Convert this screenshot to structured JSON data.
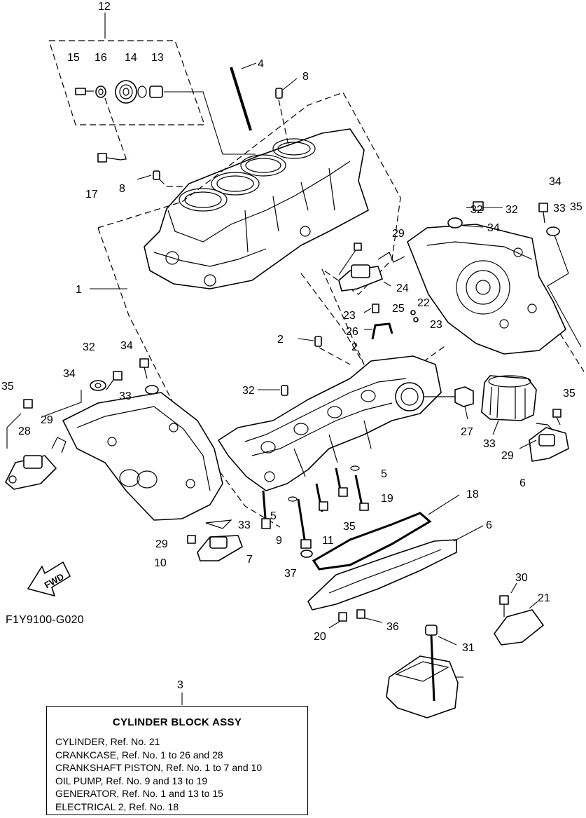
{
  "figure_code": "F1Y9100-G020",
  "fwd_label": "FWD",
  "assembly": {
    "callout": "3",
    "title": "CYLINDER BLOCK ASSY",
    "lines": [
      "CYLINDER,  Ref. No. 21",
      "CRANKCASE,  Ref. No. 1 to 26 and 28",
      "CRANKSHAFT PISTON,  Ref. No. 1 to 7 and 10",
      "OIL PUMP,  Ref. No. 9 and 13 to 19",
      "GENERATOR,  Ref. No. 1 and 13 to 15",
      "ELECTRICAL 2,  Ref. No. 18"
    ]
  },
  "callouts": [
    "12",
    "15",
    "16",
    "14",
    "13",
    "4",
    "8",
    "17",
    "8",
    "1",
    "32",
    "32",
    "34",
    "34",
    "33",
    "35",
    "29",
    "24",
    "23",
    "25",
    "22",
    "26",
    "23",
    "2",
    "2",
    "32",
    "32",
    "34",
    "34",
    "33",
    "35",
    "29",
    "28",
    "27",
    "33",
    "35",
    "29",
    "6",
    "5",
    "19",
    "18",
    "6",
    "5",
    "9",
    "11",
    "35",
    "33",
    "29",
    "10",
    "7",
    "37",
    "30",
    "21",
    "20",
    "36",
    "31"
  ]
}
